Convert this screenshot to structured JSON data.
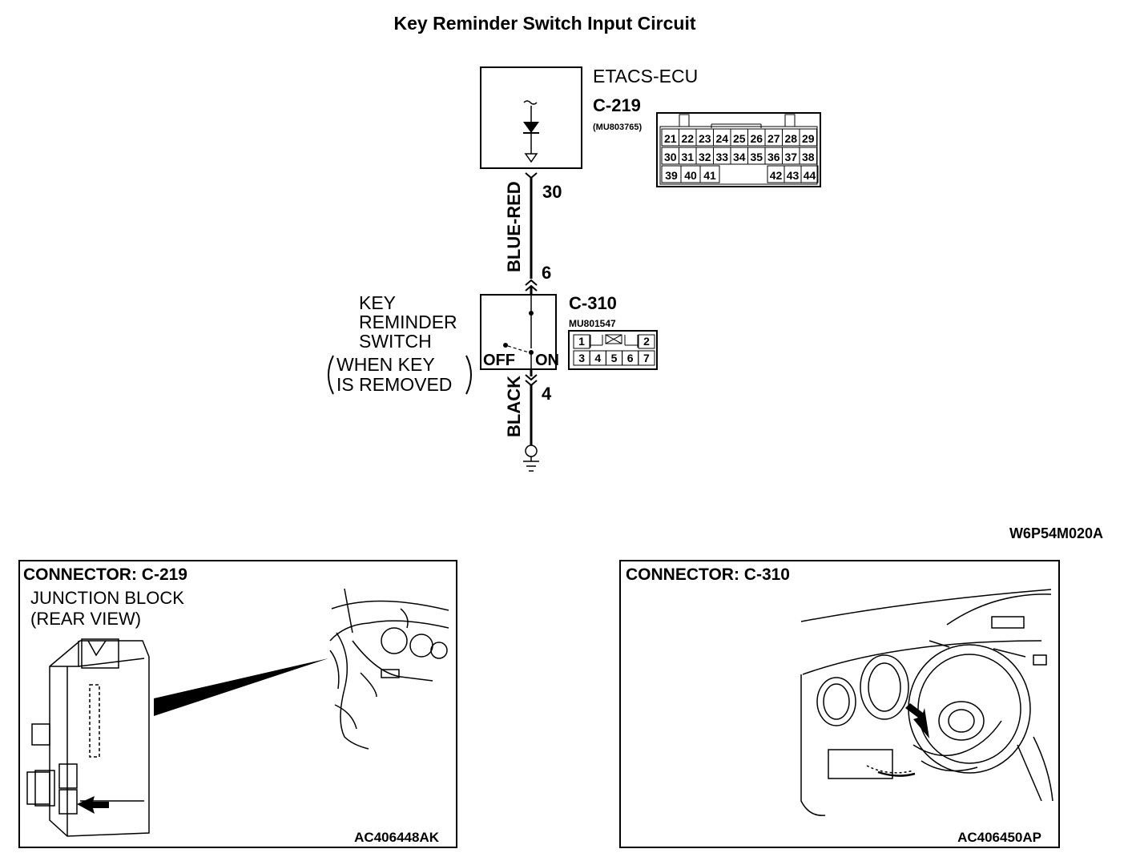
{
  "diagram": {
    "title": "Key Reminder Switch Input Circuit",
    "reference_code": "W6P54M020A",
    "ecu": {
      "name": "ETACS-ECU",
      "connector": "C-219",
      "part_number": "(MU803765)",
      "terminal": "30",
      "pins_row1": [
        "21",
        "22",
        "23",
        "24",
        "25",
        "26",
        "27",
        "28",
        "29"
      ],
      "pins_row2": [
        "30",
        "31",
        "32",
        "33",
        "34",
        "35",
        "36",
        "37",
        "38"
      ],
      "pins_row3_left": [
        "39",
        "40",
        "41"
      ],
      "pins_row3_right": [
        "42",
        "43",
        "44"
      ]
    },
    "wire_upper": {
      "color_label": "BLUE-RED"
    },
    "wire_lower": {
      "color_label": "BLACK"
    },
    "switch": {
      "name_line1": "KEY",
      "name_line2": "REMINDER",
      "name_line3": "SWITCH",
      "condition_line1": "WHEN KEY",
      "condition_line2": "IS REMOVED",
      "off_label": "OFF",
      "on_label": "ON",
      "connector": "C-310",
      "part_number": "MU801547",
      "terminal_top": "6",
      "terminal_bottom": "4",
      "pins_row1": [
        "1",
        "2"
      ],
      "pins_row2": [
        "3",
        "4",
        "5",
        "6",
        "7"
      ]
    }
  },
  "panels": [
    {
      "heading": "CONNECTOR: C-219",
      "sub_line1": "JUNCTION BLOCK",
      "sub_line2": "(REAR VIEW)",
      "figure_code": "AC406448AK"
    },
    {
      "heading": "CONNECTOR: C-310",
      "figure_code": "AC406450AP"
    }
  ]
}
